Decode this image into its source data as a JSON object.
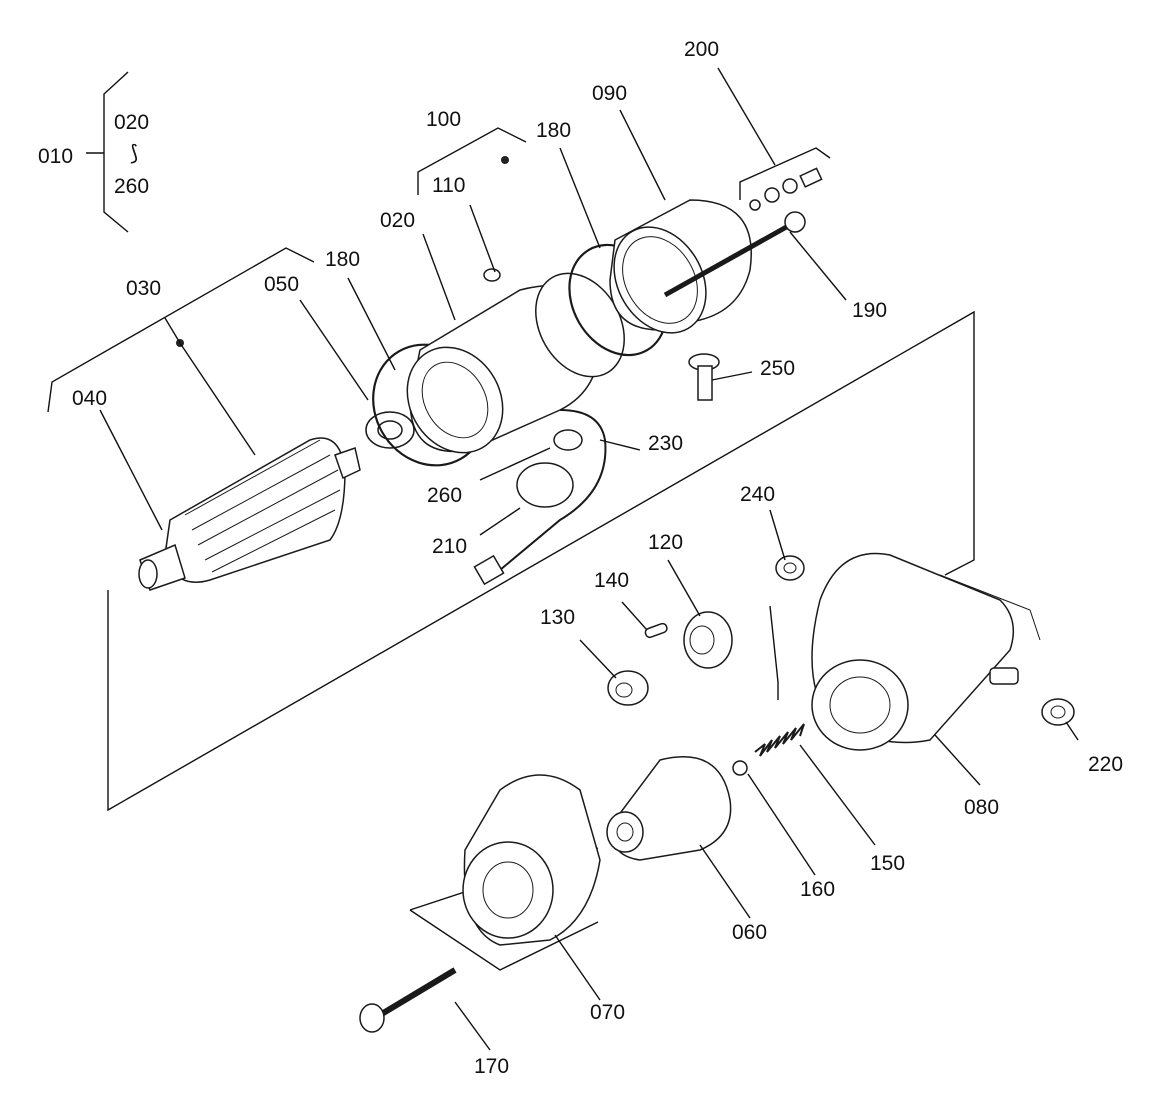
{
  "callouts": {
    "c010": "010",
    "c020_group": "020",
    "c_range_symbol": "⟆",
    "c260_group": "260",
    "c100": "100",
    "c110": "110",
    "c180_top": "180",
    "c090": "090",
    "c200": "200",
    "c020": "020",
    "c030": "030",
    "c050": "050",
    "c180_left": "180",
    "c190": "190",
    "c250": "250",
    "c040": "040",
    "c230": "230",
    "c260": "260",
    "c210": "210",
    "c240": "240",
    "c120": "120",
    "c140": "140",
    "c130": "130",
    "c220": "220",
    "c080": "080",
    "c150": "150",
    "c160": "160",
    "c060": "060",
    "c070": "070",
    "c170": "170"
  },
  "colors": {
    "ink": "#111111",
    "paper": "#ffffff"
  }
}
